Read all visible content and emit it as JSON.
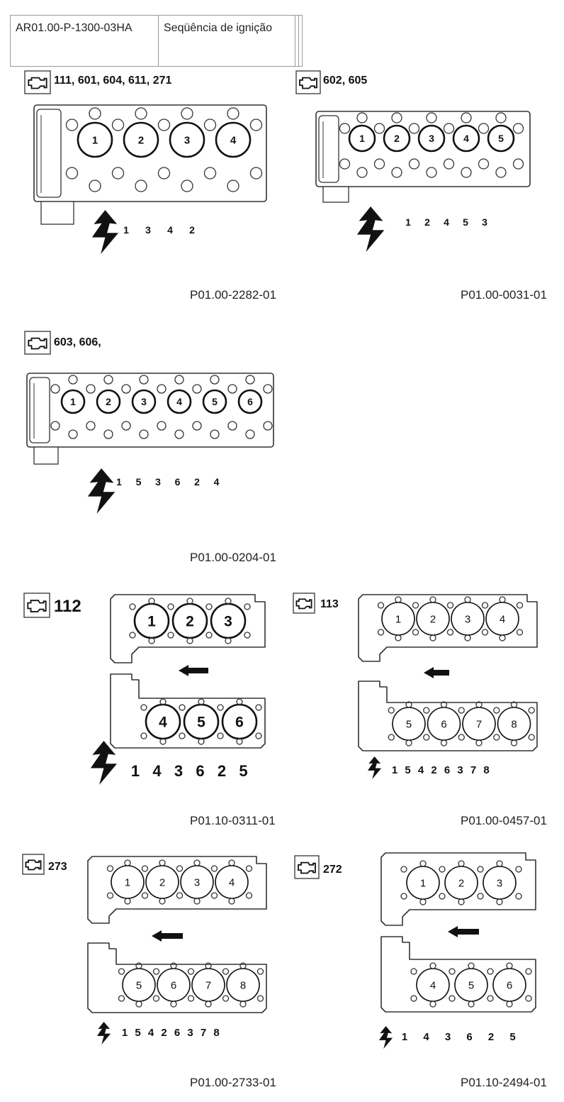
{
  "document": {
    "doc_id": "AR01.00-P-1300-03HA",
    "title": "Seqüência de ignição"
  },
  "diagrams": [
    {
      "engines": "111, 601, 604, 611, 271",
      "cylinders": [
        "1",
        "2",
        "3",
        "4"
      ],
      "firing_order": [
        "1",
        "3",
        "4",
        "2"
      ],
      "figure_code": "P01.00-2282-01"
    },
    {
      "engines": "602, 605",
      "cylinders": [
        "1",
        "2",
        "3",
        "4",
        "5"
      ],
      "firing_order": [
        "1",
        "2",
        "4",
        "5",
        "3"
      ],
      "figure_code": "P01.00-0031-01"
    },
    {
      "engines": "603, 606,",
      "cylinders": [
        "1",
        "2",
        "3",
        "4",
        "5",
        "6"
      ],
      "firing_order": [
        "1",
        "5",
        "3",
        "6",
        "2",
        "4"
      ],
      "figure_code": "P01.00-0204-01"
    },
    {
      "engines": "112",
      "bank_upper": [
        "1",
        "2",
        "3"
      ],
      "bank_lower": [
        "4",
        "5",
        "6"
      ],
      "firing_order": [
        "1",
        "4",
        "3",
        "6",
        "2",
        "5"
      ],
      "figure_code": "P01.10-0311-01"
    },
    {
      "engines": "113",
      "bank_upper": [
        "1",
        "2",
        "3",
        "4"
      ],
      "bank_lower": [
        "5",
        "6",
        "7",
        "8"
      ],
      "firing_order": [
        "1",
        "5",
        "4",
        "2",
        "6",
        "3",
        "7",
        "8"
      ],
      "figure_code": "P01.00-0457-01"
    },
    {
      "engines": "273",
      "bank_upper": [
        "1",
        "2",
        "3",
        "4"
      ],
      "bank_lower": [
        "5",
        "6",
        "7",
        "8"
      ],
      "firing_order": [
        "1",
        "5",
        "4",
        "2",
        "6",
        "3",
        "7",
        "8"
      ],
      "figure_code": "P01.00-2733-01"
    },
    {
      "engines": "272",
      "bank_upper": [
        "1",
        "2",
        "3"
      ],
      "bank_lower": [
        "4",
        "5",
        "6"
      ],
      "firing_order": [
        "1",
        "4",
        "3",
        "6",
        "2",
        "5"
      ],
      "figure_code": "P01.10-2494-01"
    }
  ],
  "icons": {
    "engine": "engine-icon",
    "ignition": "ignition-spark-icon",
    "direction": "direction-arrow-icon"
  },
  "colors": {
    "line": "#333333",
    "text": "#111111",
    "border": "#9a9a9a"
  }
}
